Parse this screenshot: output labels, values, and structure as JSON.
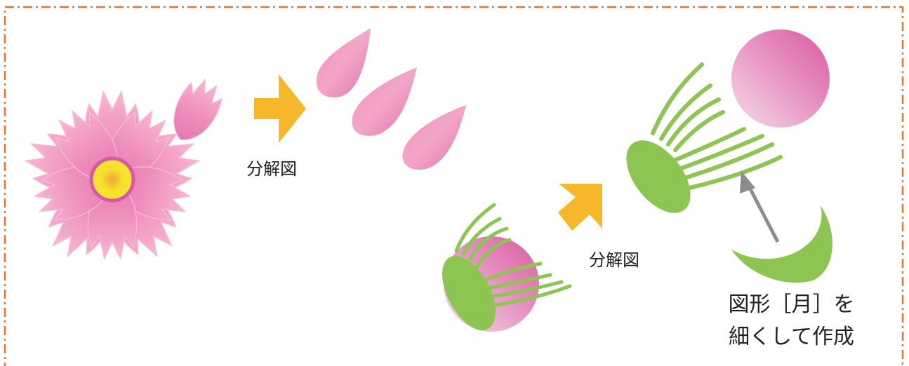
{
  "labels": {
    "exploded_view_1": "分解図",
    "exploded_view_2": "分解図",
    "note_line1": "図形［月］を",
    "note_line2": "細くして作成"
  },
  "colors": {
    "border": "#e8742c",
    "petal_light": "#f5a9cc",
    "petal_mid": "#ef8fbd",
    "petal_dark": "#e06aa6",
    "flower_center_rim": "#d55aa0",
    "flower_center_inner": "#f6e52a",
    "flower_center_core": "#f4b13a",
    "arrow_orange": "#f6b82a",
    "green": "#8cc552",
    "bud_pink_dark": "#dc5ea4",
    "bud_pink_light": "#f3d6e6",
    "pointer_gray": "#8c8c8c"
  },
  "icons": {
    "arrow_1": "right-arrow-icon",
    "arrow_2": "up-right-arrow-icon",
    "pointer": "gray-pointer-arrow-icon"
  }
}
